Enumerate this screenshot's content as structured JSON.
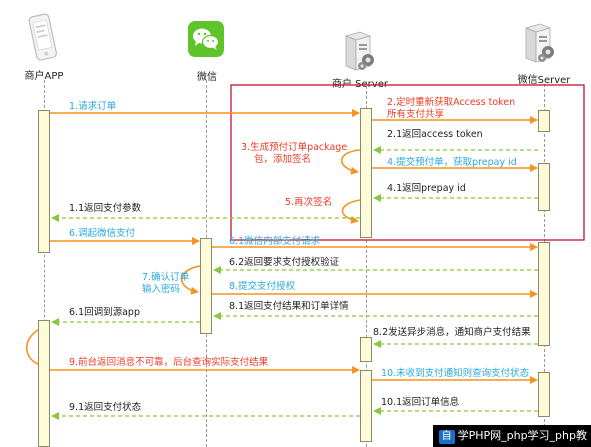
{
  "actors": {
    "app": "商户APP",
    "wechat": "微信",
    "merchant_server": "商户 Server",
    "wechat_server": "微信Server"
  },
  "messages": {
    "m1": "1.请求订单",
    "m2a": "2.定时重新获取Access token",
    "m2b": "所有支付共享",
    "m21": "2.1返回access token",
    "m3a": "3.生成预付订单package",
    "m3b": "包，添加签名",
    "m4": "4.提交预付单，获取prepay id",
    "m41": "4.1返回prepay id",
    "m5": "5.再次签名",
    "m11": "1.1返回支付参数",
    "m6": "6.调起微信支付",
    "m61a": "6.1微信内部支付请求",
    "m62": "6.2返回要求支付授权验证",
    "m7a": "7.确认订单",
    "m7b": "输入密码",
    "m8": "8.提交支付授权",
    "m81": "8.1返回支付结果和订单详情",
    "m61b": "6.1回调到源app",
    "m82": "8.2发送异步消息，通知商户支付结果",
    "m9": "9.前台返回消息不可靠，后台查询实际支付结果",
    "m10": "10.未收到支付通知则查询支付状态",
    "m101": "10.1返回订单信息",
    "m91": "9.1返回支付状态"
  },
  "watermark": {
    "badge": "自",
    "text": "学PHP网_php学习_php教"
  },
  "colors": {
    "blue": "#29a9e0",
    "red": "#ee3b24",
    "green_dashed": "#8cc63f",
    "orange": "#f7931e",
    "box": "#c8102e"
  }
}
